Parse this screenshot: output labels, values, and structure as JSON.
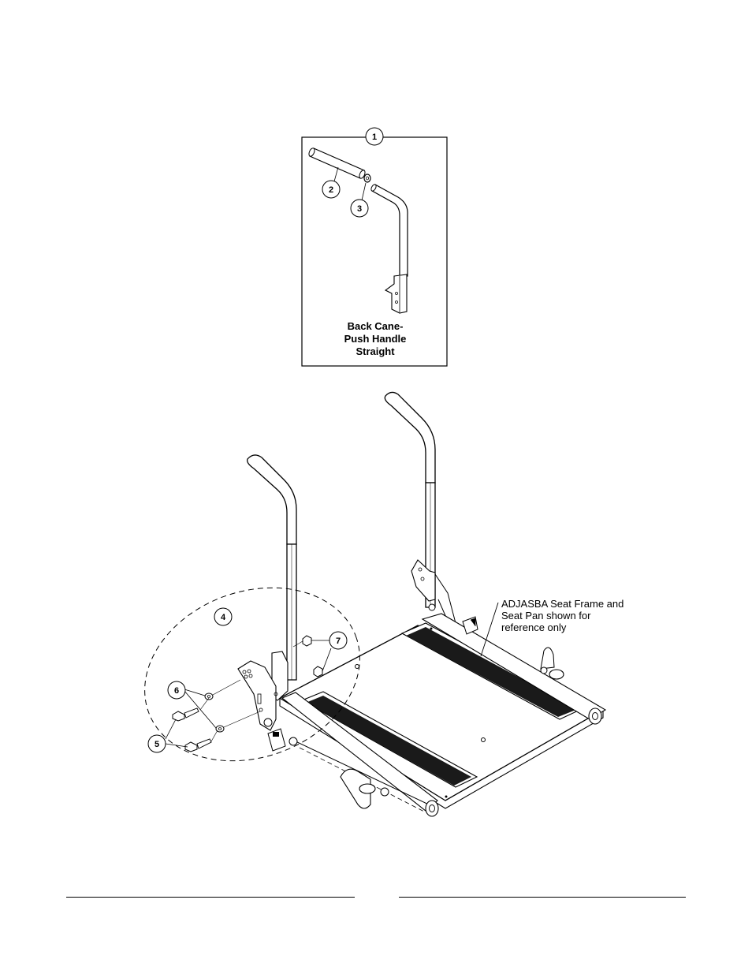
{
  "inset": {
    "callout": "1",
    "label_lines": [
      "Back Cane-",
      "Push Handle",
      "Straight"
    ],
    "parts": [
      {
        "callout": "2"
      },
      {
        "callout": "3"
      }
    ]
  },
  "assembly": {
    "callouts": [
      {
        "id": "4"
      },
      {
        "id": "5"
      },
      {
        "id": "6"
      },
      {
        "id": "7"
      }
    ],
    "reference_note_lines": [
      "ADJASBA Seat Frame and",
      "Seat Pan shown for",
      "reference only"
    ]
  },
  "footer": {}
}
